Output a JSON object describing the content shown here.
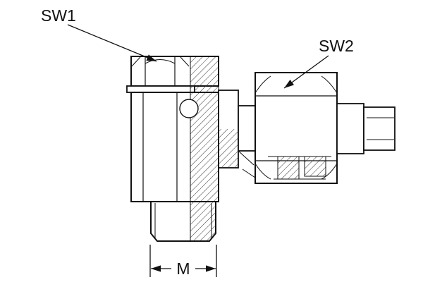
{
  "diagram": {
    "kind": "technical-drawing",
    "labels": {
      "sw1": "SW1",
      "sw2": "SW2",
      "dimension_m": "M"
    },
    "colors": {
      "line": "#111111",
      "background": "#ffffff"
    }
  }
}
